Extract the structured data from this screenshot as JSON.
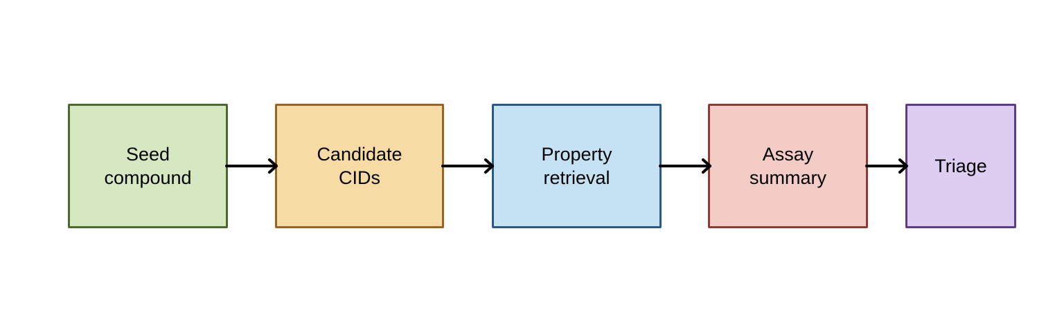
{
  "diagram": {
    "nodes": [
      {
        "label": "Seed\ncompound",
        "fill": "#d5e8c0",
        "stroke": "#4a6a2e"
      },
      {
        "label": "Candidate\nCIDs",
        "fill": "#f6dba4",
        "stroke": "#9a6420"
      },
      {
        "label": "Property\nretrieval",
        "fill": "#c4e2f4",
        "stroke": "#2a5a84"
      },
      {
        "label": "Assay\nsummary",
        "fill": "#f3ccc5",
        "stroke": "#8c3a34"
      },
      {
        "label": "Triage",
        "fill": "#ddcdf0",
        "stroke": "#5c3a8c"
      }
    ],
    "edges": [
      {
        "from": 0,
        "to": 1
      },
      {
        "from": 1,
        "to": 2
      },
      {
        "from": 2,
        "to": 3
      },
      {
        "from": 3,
        "to": 4
      }
    ],
    "arrow_color": "#000000"
  }
}
